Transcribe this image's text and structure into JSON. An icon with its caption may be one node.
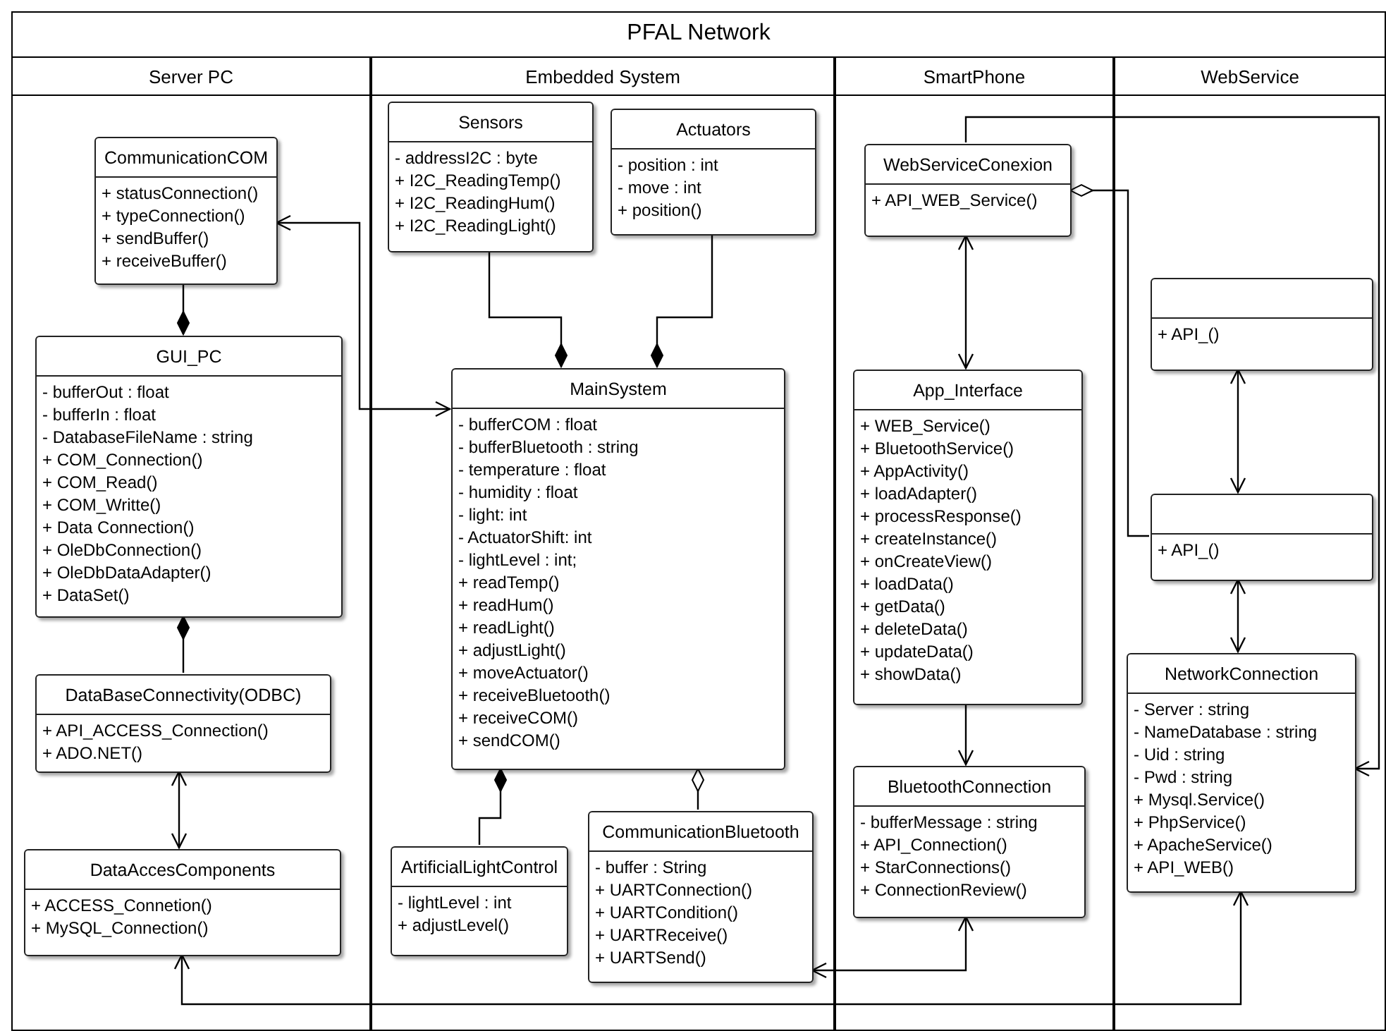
{
  "diagram": {
    "title": "PFAL Network",
    "nodes": [
      {
        "text": [
          "Server PC"
        ]
      },
      {
        "text": [
          "Embedded System"
        ]
      },
      {
        "text": [
          "SmartPhone"
        ]
      },
      {
        "text": [
          "WebService"
        ]
      },
      {
        "text": [
          "CommunicationCOM",
          "+ statusConnection()",
          "+ typeConnection()",
          "+ sendBuffer()",
          "+ receiveBuffer()"
        ],
        "in": 0
      },
      {
        "text": [
          "GUI_PC",
          "- bufferOut : float",
          "- bufferIn : float",
          "- DatabaseFileName : string",
          "+ COM_Connection()",
          "+ COM_Read()",
          "+ COM_Writte()",
          "+ Data Connection()",
          "+ OleDbConnection()",
          "+ OleDbDataAdapter()",
          "+ DataSet()"
        ],
        "in": 0
      },
      {
        "text": [
          "DataBaseConnectivity(ODBC)",
          "+ API_ACCESS_Connection()",
          "+ ADO.NET()"
        ],
        "in": 0
      },
      {
        "text": [
          "DataAccesComponents",
          "+ ACCESS_Connetion()",
          "+ MySQL_Connection()"
        ],
        "in": 0
      },
      {
        "text": [
          "Sensors",
          "- addressI2C : byte",
          "+ I2C_ReadingTemp()",
          "+ I2C_ReadingHum()",
          "+ I2C_ReadingLight()"
        ],
        "in": 1
      },
      {
        "text": [
          "Actuators",
          "- position : int",
          "- move : int",
          "+ position()"
        ],
        "in": 1
      },
      {
        "text": [
          "MainSystem",
          "- bufferCOM : float",
          "- bufferBluetooth : string",
          "- temperature : float",
          "- humidity : float",
          "- light: int",
          "- ActuatorShift: int",
          "- lightLevel : int;",
          "+ readTemp()",
          "+ readHum()",
          "+ readLight()",
          "+ adjustLight()",
          "+ moveActuator()",
          "+ receiveBluetooth()",
          "+ receiveCOM()",
          "+ sendCOM()"
        ],
        "in": 1
      },
      {
        "text": [
          "ArtificialLightControl",
          "- lightLevel : int",
          "+ adjustLevel()"
        ],
        "in": 1
      },
      {
        "text": [
          "CommunicationBluetooth",
          "- buffer : String",
          "+ UARTConnection()",
          "+ UARTCondition()",
          "+ UARTReceive()",
          "+ UARTSend()"
        ],
        "in": 1
      },
      {
        "text": [
          "WebServiceConexion",
          "+ API_WEB_Service()"
        ],
        "in": 2
      },
      {
        "text": [
          "App_Interface",
          "+ WEB_Service()",
          "+ BluetoothService()",
          "+ AppActivity()",
          "+ loadAdapter()",
          "+ processResponse()",
          "+ createInstance()",
          "+ onCreateView()",
          "+ loadData()",
          "+ getData()",
          "+ deleteData()",
          "+ updateData()",
          "+ showData()"
        ],
        "in": 2
      },
      {
        "text": [
          "BluetoothConnection",
          "- bufferMessage : string",
          "+ API_Connection()",
          "+ StarConnections()",
          "+ ConnectionReview()"
        ],
        "in": 2
      },
      {
        "text": [
          "+ API_()"
        ],
        "in": 3
      },
      {
        "text": [
          "+ API_()"
        ],
        "in": 3
      },
      {
        "text": [
          "NetworkConnection",
          "- Server : string",
          "- NameDatabase : string",
          "- Uid : string",
          "- Pwd : string",
          "+ Mysql.Service()",
          "+ PhpService()",
          "+ ApacheService()",
          "+ API_WEB()"
        ],
        "in": 3
      }
    ],
    "edges": [
      {
        "from": 4,
        "to": 5,
        "arrow": "other"
      },
      {
        "from": 6,
        "to": 5,
        "arrow": "other"
      },
      {
        "from": 6,
        "to": 7,
        "arrow": "both"
      },
      {
        "from": 4,
        "to": 10,
        "arrow": "both"
      },
      {
        "from": 8,
        "to": 10,
        "arrow": "other"
      },
      {
        "from": 9,
        "to": 10,
        "arrow": "other"
      },
      {
        "from": 11,
        "to": 10,
        "arrow": "other"
      },
      {
        "from": 12,
        "to": 10,
        "arrow": "other"
      },
      {
        "from": 13,
        "to": 14,
        "arrow": "both"
      },
      {
        "from": 14,
        "to": 15,
        "arrow": "to"
      },
      {
        "from": 12,
        "to": 15,
        "arrow": "both"
      },
      {
        "from": 16,
        "to": 17,
        "arrow": "both"
      },
      {
        "from": 17,
        "to": 13,
        "arrow": "other"
      },
      {
        "from": 17,
        "to": 18,
        "arrow": "both"
      },
      {
        "from": 13,
        "to": 18,
        "arrow": "to"
      },
      {
        "from": 7,
        "to": 18,
        "arrow": "both"
      }
    ]
  }
}
